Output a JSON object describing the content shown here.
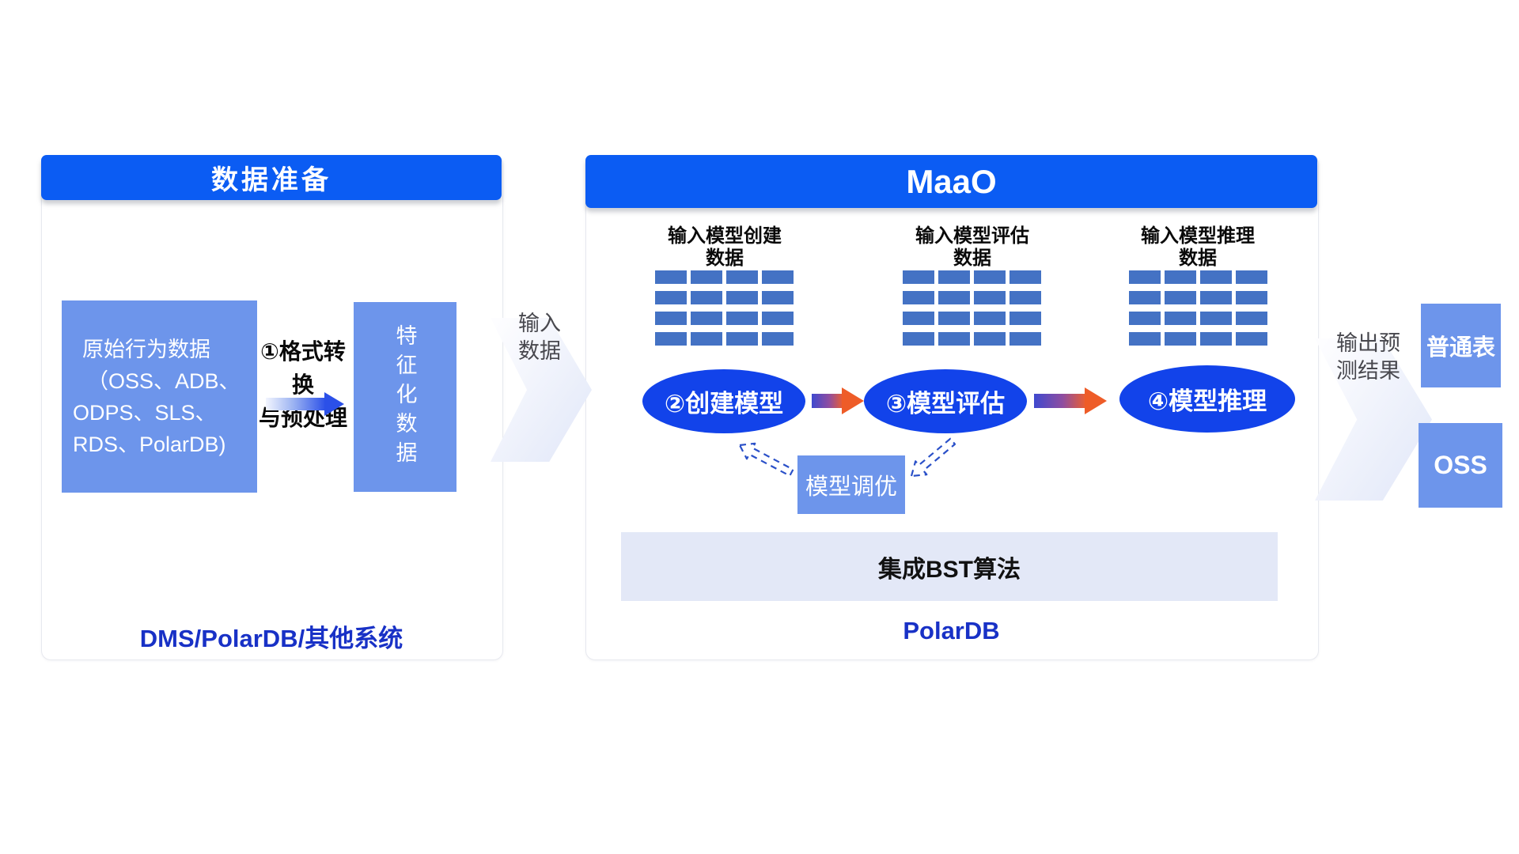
{
  "colors": {
    "header_blue": "#0b5cf3",
    "light_box_blue": "#6d95eb",
    "ellipse_blue": "#1243ea",
    "table_cell_blue": "#4472c4",
    "bst_bar_bg": "#e3e8f7",
    "footer_text_blue": "#1831c6",
    "dashed_arrow_blue": "#2a50c8",
    "gradient_arrow_start": "#3f49cf",
    "gradient_arrow_end": "#ee5c28",
    "step1_arrow_blue": "#2b50e8"
  },
  "left_panel": {
    "title": "数据准备",
    "source_box": {
      "lines": [
        "原始行为数据",
        "（OSS、ADB、",
        "ODPS、SLS、",
        "RDS、PolarDB)"
      ]
    },
    "step1": {
      "line1": "①格式转换",
      "line2": "与预处理"
    },
    "feature_box": {
      "label": "特征化数据"
    },
    "footer": "DMS/PolarDB/其他系统"
  },
  "input_flow": {
    "line1": "输入",
    "line2": "数据"
  },
  "maao_panel": {
    "title": "MaaO",
    "tables": [
      {
        "label_line1": "输入模型创建",
        "label_line2": "数据",
        "rows": 4,
        "cols": 4
      },
      {
        "label_line1": "输入模型评估",
        "label_line2": "数据",
        "rows": 4,
        "cols": 4
      },
      {
        "label_line1": "输入模型推理",
        "label_line2": "数据",
        "rows": 4,
        "cols": 4
      }
    ],
    "steps": [
      {
        "label": "②创建模型"
      },
      {
        "label": "③模型评估"
      },
      {
        "label": "④模型推理"
      }
    ],
    "tuning_box": {
      "label": "模型调优"
    },
    "bst_bar": {
      "label": "集成BST算法"
    },
    "footer": "PolarDB"
  },
  "output_flow": {
    "line1": "输出预",
    "line2": "测结果"
  },
  "output_boxes": [
    {
      "label": "普通表"
    },
    {
      "label": "OSS"
    }
  ]
}
